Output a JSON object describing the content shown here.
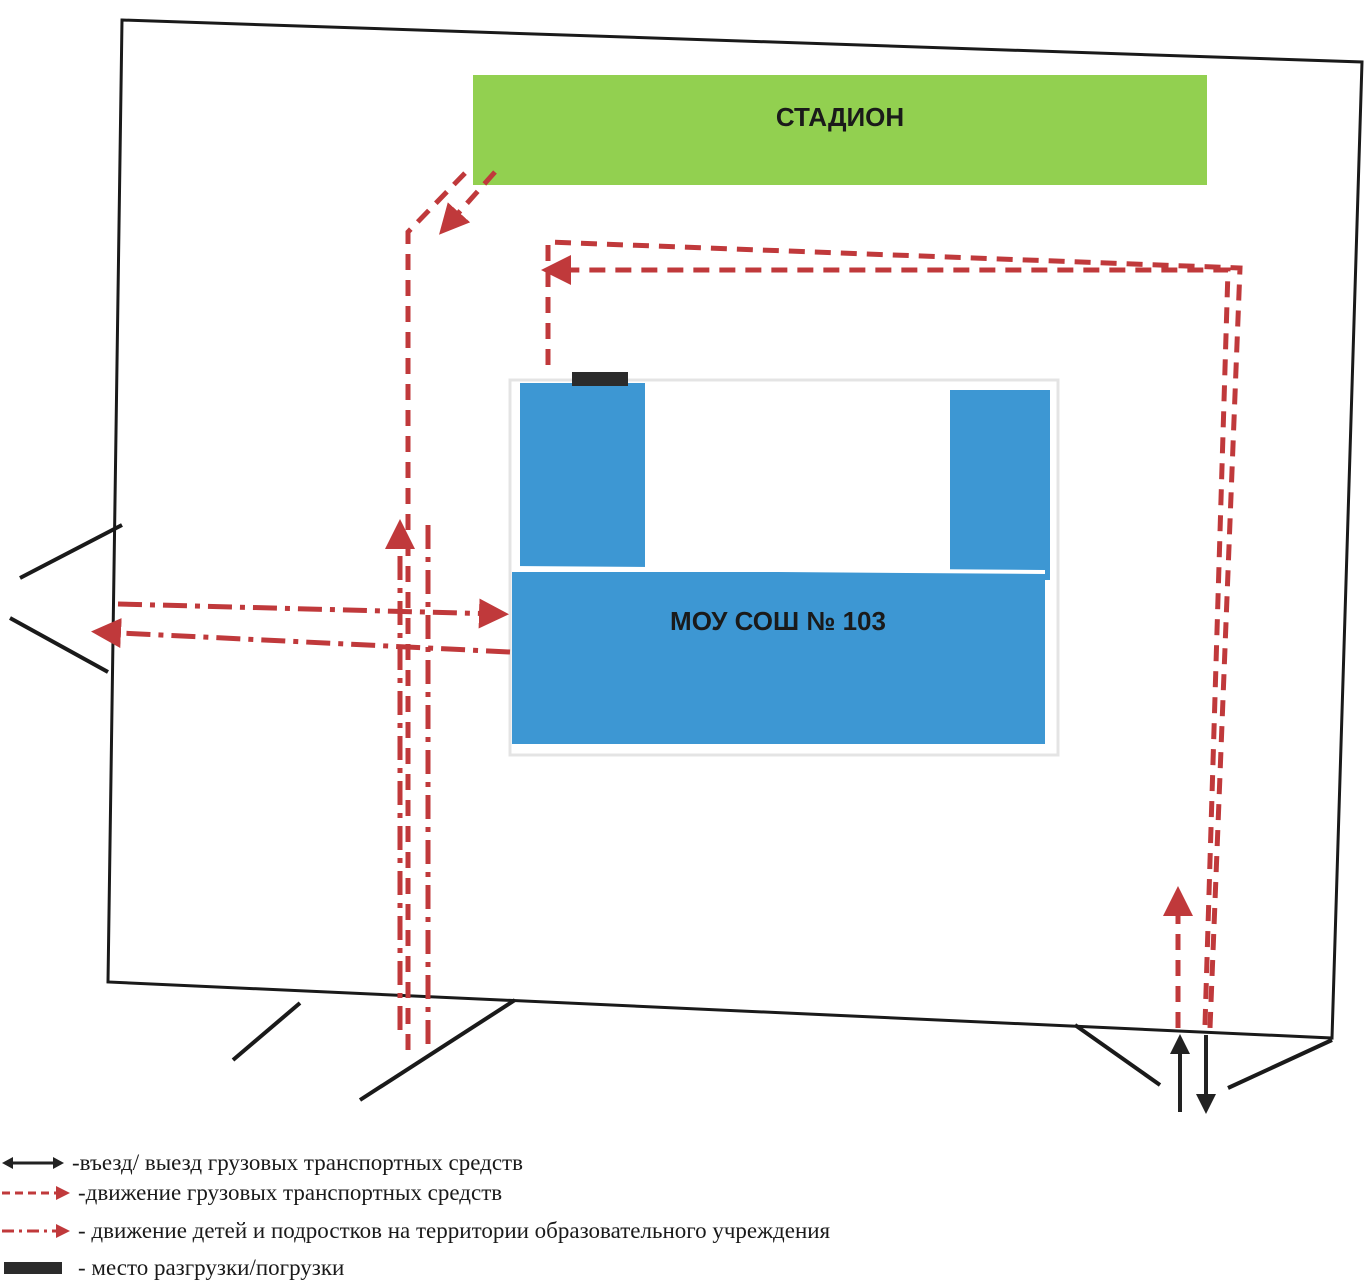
{
  "buildings": {
    "stadium": {
      "label": "СТАДИОН",
      "color": "#92d050"
    },
    "school": {
      "label": "МОУ СОШ № 103",
      "color": "#3d97d3"
    }
  },
  "colors": {
    "truck_route": "#c0393b",
    "children_route": "#c0393b",
    "entry_arrow": "#222222",
    "loading_place": "#2b2b2b",
    "border": "#1a1a1a"
  },
  "legend": {
    "entry_exit": {
      "icon": "double-arrow-icon",
      "label": "-въезд/ выезд грузовых транспортных средств"
    },
    "truck_movement": {
      "icon": "dashed-arrow-icon",
      "label": "-движение грузовых транспортных средств"
    },
    "children_movement": {
      "icon": "dash-dot-arrow-icon",
      "label": "- движение детей и подростков на территории образовательного учреждения"
    },
    "loading_place": {
      "icon": "loading-bar-icon",
      "label": "- место разгрузки/погрузки"
    }
  }
}
